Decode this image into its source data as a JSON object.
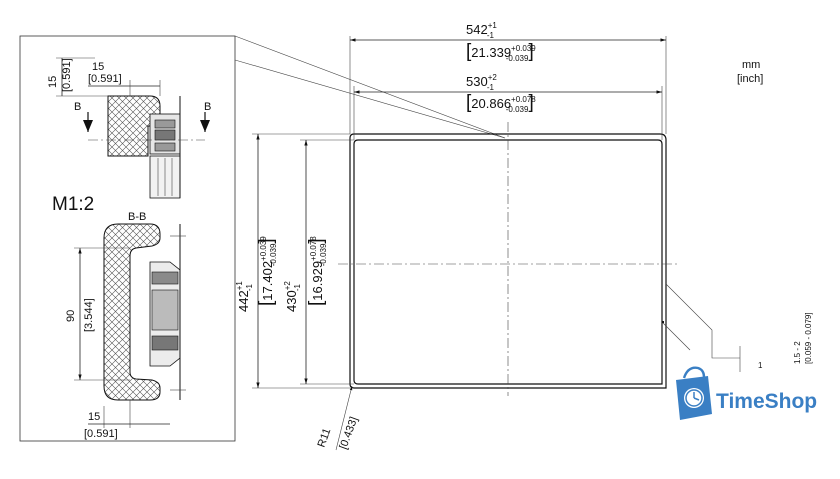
{
  "units": {
    "primary": "mm",
    "secondary": "[inch]"
  },
  "detail": {
    "scale_label": "M1:2",
    "section_label": "B-B",
    "cut_marker_left": "B",
    "cut_marker_right": "B",
    "top_vertical_dim": {
      "mm": "15",
      "inch": "[0.591]"
    },
    "top_horizontal_dim": {
      "mm": "15",
      "inch": "[0.591]"
    },
    "profile_height_dim": {
      "mm": "90",
      "inch": "[3.544]"
    },
    "bottom_horizontal_dim": {
      "mm": "15",
      "inch": "[0.591]"
    }
  },
  "main": {
    "outer_width": {
      "mm": "542",
      "mm_tol_upper": "+1",
      "mm_tol_lower": "-1",
      "bracket_open": "[",
      "inch": "21.339",
      "inch_tol_upper": "+0.039",
      "inch_tol_lower": "-0.039",
      "bracket_close": "]"
    },
    "inner_width": {
      "mm": "530",
      "mm_tol_upper": "+2",
      "mm_tol_lower": "-1",
      "bracket_open": "[",
      "inch": "20.866",
      "inch_tol_upper": "+0.078",
      "inch_tol_lower": "-0.039",
      "bracket_close": "]"
    },
    "outer_height": {
      "mm": "442",
      "mm_tol_upper": "+1",
      "mm_tol_lower": "-1",
      "bracket_open": "[",
      "inch": "17.402",
      "inch_tol_upper": "+0.039",
      "inch_tol_lower": "-0.039",
      "bracket_close": "]"
    },
    "inner_height": {
      "mm": "430",
      "mm_tol_upper": "+2",
      "mm_tol_lower": "-1",
      "bracket_open": "[",
      "inch": "16.929",
      "inch_tol_upper": "+0.078",
      "inch_tol_lower": "-0.039",
      "bracket_close": "]"
    },
    "corner_radius": {
      "mm": "R11",
      "inch": "[0.433]"
    },
    "edge_callout_number": "1",
    "edge_dim_mm": "1.5 - 2",
    "edge_dim_inch": "[0.059 - 0.079]"
  },
  "watermark": {
    "text": "TimeShop",
    "color": "#3a7fc4",
    "icon": "clock-bag-icon"
  }
}
